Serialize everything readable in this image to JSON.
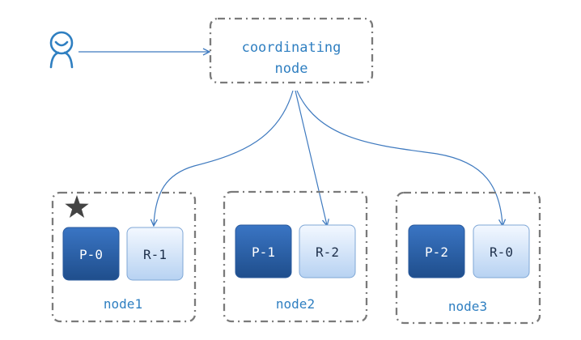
{
  "coordinator": {
    "line1": "coordinating",
    "line2": "node"
  },
  "nodes": [
    {
      "label": "node1",
      "primary": "P-0",
      "replica": "R-1",
      "master": true
    },
    {
      "label": "node2",
      "primary": "P-1",
      "replica": "R-2",
      "master": false
    },
    {
      "label": "node3",
      "primary": "P-2",
      "replica": "R-0",
      "master": false
    }
  ],
  "icons": {
    "user": "user-icon",
    "master": "star-icon"
  },
  "colors": {
    "text_blue": "#2f7fc1",
    "arrow": "#3f7abf",
    "primary_top": "#3a75c4",
    "primary_bottom": "#1f4e8c",
    "replica_top": "#f3f8ff",
    "replica_bottom": "#b7d2f2",
    "dash_border": "#7a7a7a",
    "star": "#444444"
  }
}
